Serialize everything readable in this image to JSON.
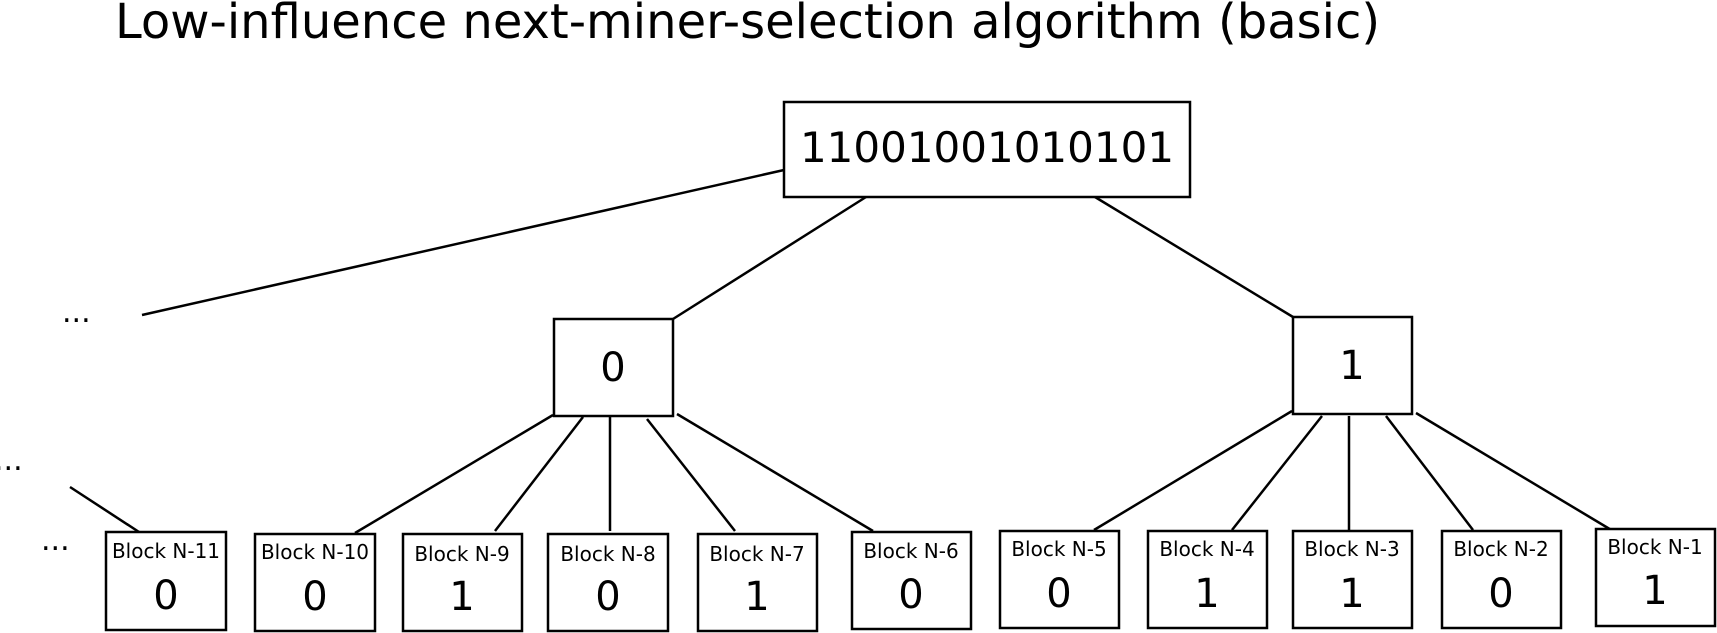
{
  "title": "Low-influence next-miner-selection algorithm (basic)",
  "root": {
    "value": "11001001010101"
  },
  "groups": [
    {
      "value": "0"
    },
    {
      "value": "1"
    }
  ],
  "ellipsis": [
    "...",
    "...",
    "..."
  ],
  "blocks": [
    {
      "label": "Block N-11",
      "bit": "0"
    },
    {
      "label": "Block N-10",
      "bit": "0"
    },
    {
      "label": "Block N-9",
      "bit": "1"
    },
    {
      "label": "Block N-8",
      "bit": "0"
    },
    {
      "label": "Block N-7",
      "bit": "1"
    },
    {
      "label": "Block N-6",
      "bit": "0"
    },
    {
      "label": "Block N-5",
      "bit": "0"
    },
    {
      "label": "Block N-4",
      "bit": "1"
    },
    {
      "label": "Block N-3",
      "bit": "1"
    },
    {
      "label": "Block N-2",
      "bit": "0"
    },
    {
      "label": "Block N-1",
      "bit": "1"
    }
  ]
}
